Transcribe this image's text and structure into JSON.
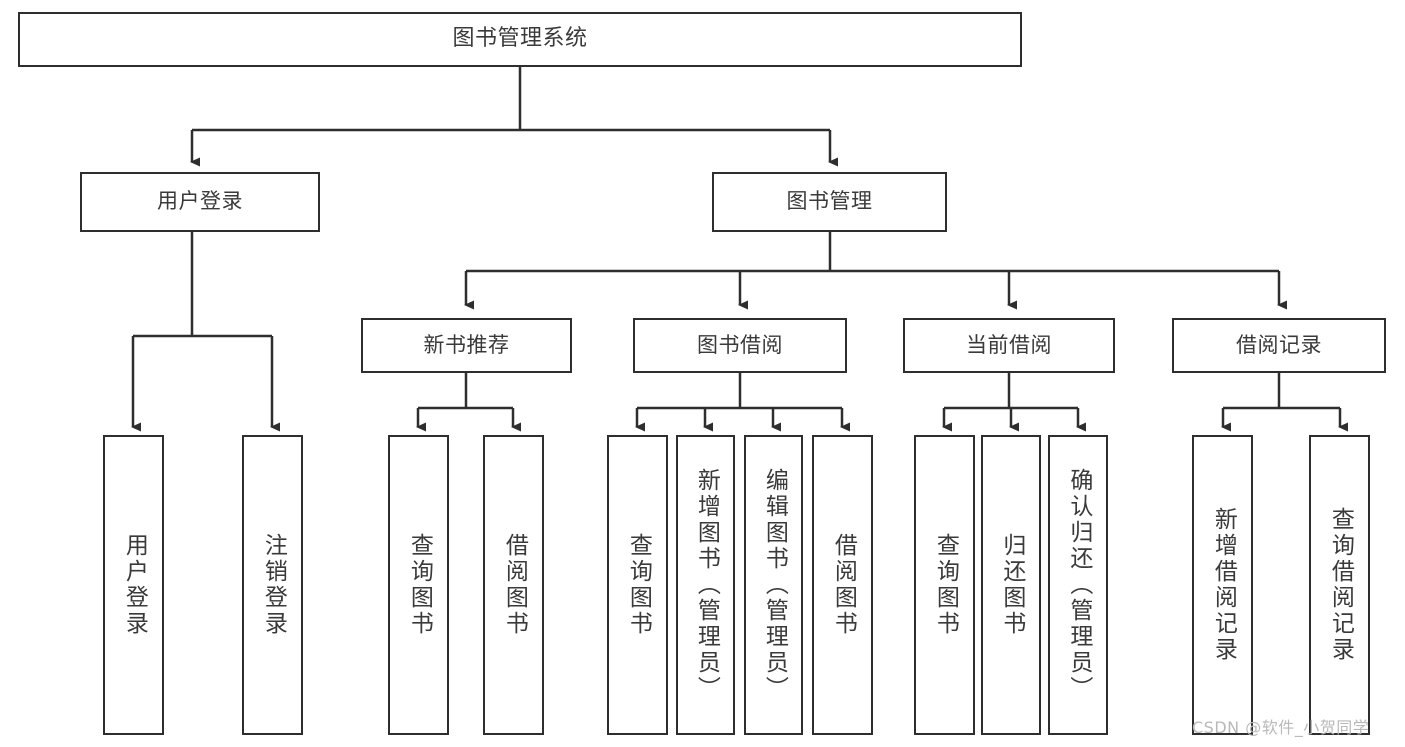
{
  "diagram": {
    "title": "图书管理系统",
    "type": "functional-structure-tree",
    "watermark": "CSDN @软件_小贺同学",
    "colors": {
      "box_border": "#2e2e2e",
      "box_fill": "#ffffff",
      "edge": "#2e2e2e",
      "text": "#3a3a3a",
      "watermark": "#b9b9b9",
      "background": "#ffffff"
    },
    "levels": {
      "root": {
        "label": "图书管理系统"
      },
      "level2": [
        {
          "id": "user-login",
          "label": "用户登录"
        },
        {
          "id": "book-management",
          "label": "图书管理"
        }
      ],
      "level3": [
        {
          "id": "new-book-recommend",
          "label": "新书推荐",
          "parent": "book-management"
        },
        {
          "id": "book-borrow",
          "label": "图书借阅",
          "parent": "book-management"
        },
        {
          "id": "current-borrow",
          "label": "当前借阅",
          "parent": "book-management"
        },
        {
          "id": "borrow-record",
          "label": "借阅记录",
          "parent": "book-management"
        }
      ],
      "leaves": [
        {
          "id": "leaf-user-login",
          "label": "用户登录",
          "parent": "user-login"
        },
        {
          "id": "leaf-logout-login",
          "label": "注销登录",
          "parent": "user-login"
        },
        {
          "id": "leaf-query-book-1",
          "label": "查询图书",
          "parent": "new-book-recommend"
        },
        {
          "id": "leaf-borrow-book-1",
          "label": "借阅图书",
          "parent": "new-book-recommend"
        },
        {
          "id": "leaf-query-book-2",
          "label": "查询图书",
          "parent": "book-borrow"
        },
        {
          "id": "leaf-add-book",
          "label": "新增图书（管理员）",
          "parent": "book-borrow"
        },
        {
          "id": "leaf-edit-book",
          "label": "编辑图书（管理员）",
          "parent": "book-borrow"
        },
        {
          "id": "leaf-borrow-book-2",
          "label": "借阅图书",
          "parent": "book-borrow"
        },
        {
          "id": "leaf-query-book-3",
          "label": "查询图书",
          "parent": "current-borrow"
        },
        {
          "id": "leaf-return-book",
          "label": "归还图书",
          "parent": "current-borrow"
        },
        {
          "id": "leaf-confirm-return",
          "label": "确认归还（管理员）",
          "parent": "current-borrow"
        },
        {
          "id": "leaf-add-borrow-record",
          "label": "新增借阅记录",
          "parent": "borrow-record"
        },
        {
          "id": "leaf-query-borrow-record",
          "label": "查询借阅记录",
          "parent": "borrow-record"
        }
      ]
    }
  }
}
